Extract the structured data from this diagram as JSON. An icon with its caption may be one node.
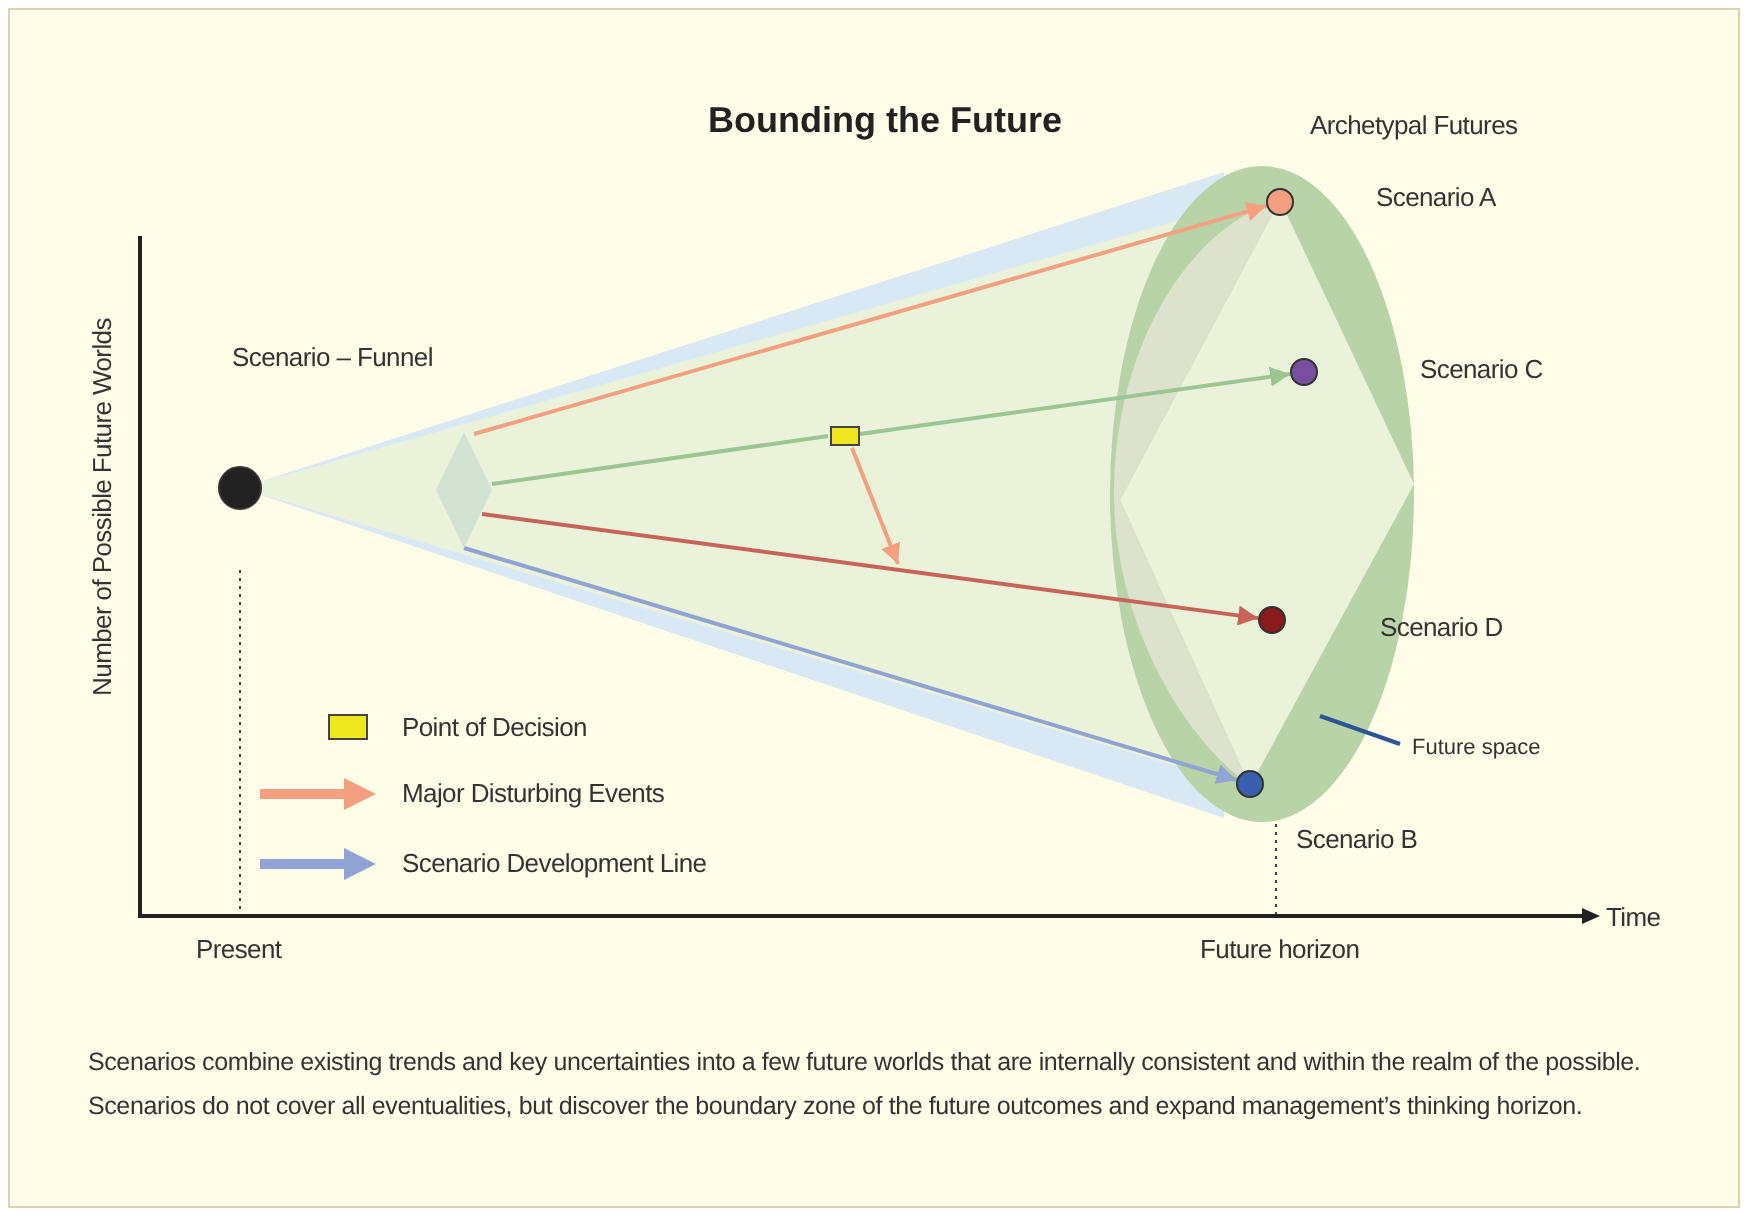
{
  "diagram": {
    "title": "Bounding the Future",
    "caption": "Scenarios combine existing trends and key uncertainties into a few future worlds that are internally consistent and within the realm of the possible. Scenarios do not cover all eventualities, but discover the boundary zone of the future outcomes and expand management’s thinking horizon.",
    "nodes": [
      {
        "text": [],
        "shape": "circle"
      },
      {
        "text": [],
        "shape": "diamond"
      },
      {
        "text": [],
        "shape": "box"
      },
      {
        "text": [],
        "shape": "ellipse"
      },
      {
        "text": [],
        "shape": "circle",
        "beside": [
          "Scenario A"
        ],
        "in": 3
      },
      {
        "text": [],
        "shape": "circle",
        "beside": [
          "Scenario C"
        ],
        "in": 3
      },
      {
        "text": [],
        "shape": "circle",
        "beside": [
          "Scenario D"
        ],
        "in": 3
      },
      {
        "text": [],
        "shape": "circle",
        "beside": [
          "Scenario B"
        ],
        "in": 3
      },
      {
        "text": [
          "Future space"
        ]
      }
    ],
    "edges": [
      {
        "from": 1,
        "to": 4,
        "arrow": "to",
        "color": "#f4a080"
      },
      {
        "from": 1,
        "to": 2,
        "arrow": "none",
        "color": "#9cc594"
      },
      {
        "from": 2,
        "to": 5,
        "arrow": "to",
        "color": "#9cc594"
      },
      {
        "from": 1,
        "to": 6,
        "arrow": "to",
        "color": "#c8635a"
      },
      {
        "from": 1,
        "to": 7,
        "arrow": "to",
        "color": "#8fa3d4"
      },
      {
        "from": 2,
        "to": null,
        "arrow": "to",
        "color": "#f4a080"
      },
      {
        "from": 8,
        "to": 3,
        "arrow": "none",
        "color": "#2a5596"
      }
    ],
    "labels": [
      "Archetypal Futures",
      "Scenario – Funnel",
      "Number of Possible Future Worlds",
      "Time",
      "Present",
      "Future horizon"
    ],
    "legend": [
      {
        "text": "Point of Decision",
        "color": "#f0e81e"
      },
      {
        "text": "Major Disturbing Events"
      },
      {
        "text": "Scenario Development Line"
      }
    ]
  }
}
